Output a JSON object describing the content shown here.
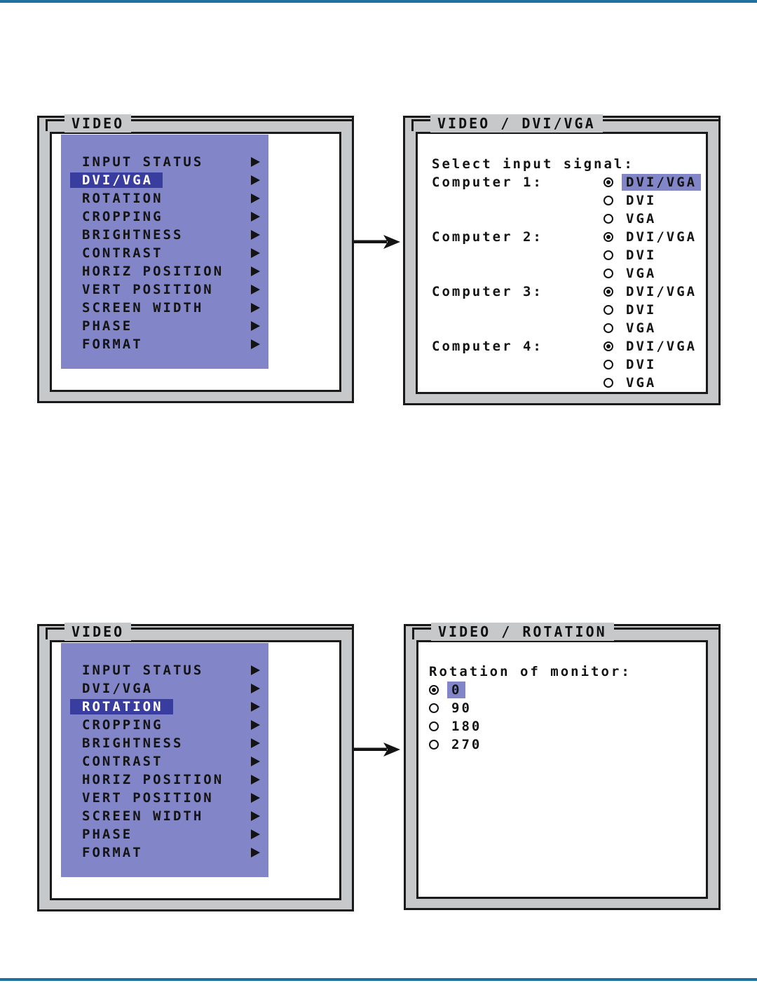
{
  "colors": {
    "accent_rule": "#1e729f",
    "frame_gray": "#c7c8ca",
    "panel_purple": "#8285c7",
    "selection_blue": "#3a3da0",
    "text_black": "#141414"
  },
  "panels": {
    "video1": {
      "title": "VIDEO",
      "items": [
        {
          "label": "INPUT STATUS",
          "selected": false
        },
        {
          "label": "DVI/VGA",
          "selected": true
        },
        {
          "label": "ROTATION",
          "selected": false
        },
        {
          "label": "CROPPING",
          "selected": false
        },
        {
          "label": "BRIGHTNESS",
          "selected": false
        },
        {
          "label": "CONTRAST",
          "selected": false
        },
        {
          "label": "HORIZ POSITION",
          "selected": false
        },
        {
          "label": "VERT POSITION",
          "selected": false
        },
        {
          "label": "SCREEN WIDTH",
          "selected": false
        },
        {
          "label": "PHASE",
          "selected": false
        },
        {
          "label": "FORMAT",
          "selected": false
        }
      ]
    },
    "dvi_vga": {
      "title": "VIDEO / DVI/VGA",
      "heading": "Select input signal:",
      "groups": [
        {
          "label": "Computer 1:",
          "options": [
            {
              "label": "DVI/VGA",
              "selected": true,
              "highlighted": true
            },
            {
              "label": "DVI",
              "selected": false,
              "highlighted": false
            },
            {
              "label": "VGA",
              "selected": false,
              "highlighted": false
            }
          ]
        },
        {
          "label": "Computer 2:",
          "options": [
            {
              "label": "DVI/VGA",
              "selected": true,
              "highlighted": false
            },
            {
              "label": "DVI",
              "selected": false,
              "highlighted": false
            },
            {
              "label": "VGA",
              "selected": false,
              "highlighted": false
            }
          ]
        },
        {
          "label": "Computer 3:",
          "options": [
            {
              "label": "DVI/VGA",
              "selected": true,
              "highlighted": false
            },
            {
              "label": "DVI",
              "selected": false,
              "highlighted": false
            },
            {
              "label": "VGA",
              "selected": false,
              "highlighted": false
            }
          ]
        },
        {
          "label": "Computer 4:",
          "options": [
            {
              "label": "DVI/VGA",
              "selected": true,
              "highlighted": false
            },
            {
              "label": "DVI",
              "selected": false,
              "highlighted": false
            },
            {
              "label": "VGA",
              "selected": false,
              "highlighted": false
            }
          ]
        }
      ]
    },
    "video2": {
      "title": "VIDEO",
      "items": [
        {
          "label": "INPUT STATUS",
          "selected": false
        },
        {
          "label": "DVI/VGA",
          "selected": false
        },
        {
          "label": "ROTATION",
          "selected": true
        },
        {
          "label": "CROPPING",
          "selected": false
        },
        {
          "label": "BRIGHTNESS",
          "selected": false
        },
        {
          "label": "CONTRAST",
          "selected": false
        },
        {
          "label": "HORIZ POSITION",
          "selected": false
        },
        {
          "label": "VERT POSITION",
          "selected": false
        },
        {
          "label": "SCREEN WIDTH",
          "selected": false
        },
        {
          "label": "PHASE",
          "selected": false
        },
        {
          "label": "FORMAT",
          "selected": false
        }
      ]
    },
    "rotation": {
      "title": "VIDEO / ROTATION",
      "heading": "Rotation of monitor:",
      "options": [
        {
          "label": "0",
          "selected": true,
          "highlighted": true
        },
        {
          "label": "90",
          "selected": false,
          "highlighted": false
        },
        {
          "label": "180",
          "selected": false,
          "highlighted": false
        },
        {
          "label": "270",
          "selected": false,
          "highlighted": false
        }
      ]
    }
  }
}
